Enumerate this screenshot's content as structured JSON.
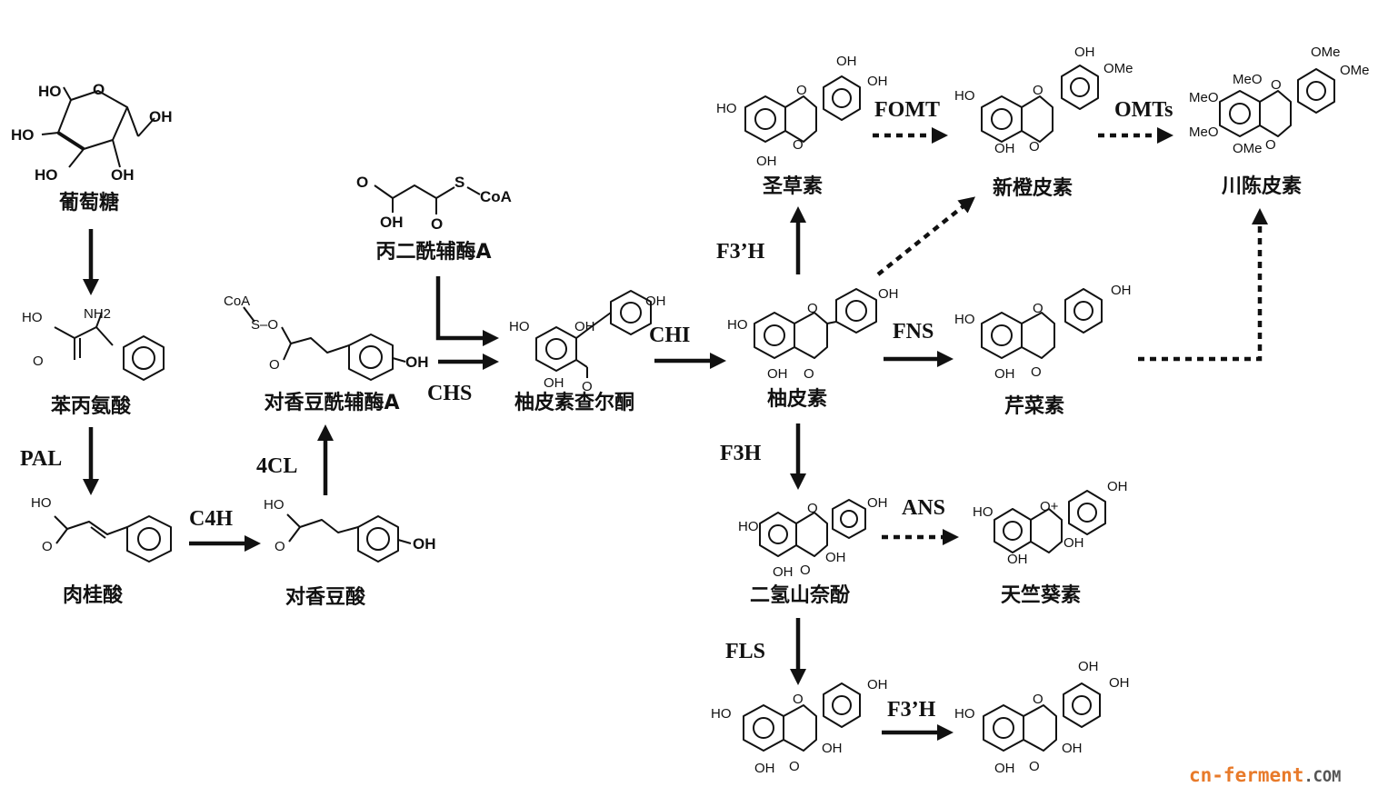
{
  "compounds": {
    "glucose": "葡萄糖",
    "phenylalanine": "苯丙氨酸",
    "cinnamic_acid": "肉桂酸",
    "p_coumaric_acid": "对香豆酸",
    "p_coumaroyl_coa": "对香豆酰辅酶A",
    "malonyl_coa": "丙二酰辅酶A",
    "naringenin_chalcone": "柚皮素查尔酮",
    "naringenin": "柚皮素",
    "eriodictyol": "圣草素",
    "neohesperidin": "新橙皮素",
    "nobiletin": "川陈皮素",
    "apigenin": "芹菜素",
    "dihydrokaempferol": "二氢山奈酚",
    "pelargonidin": "天竺葵素"
  },
  "enzymes": {
    "pal": "PAL",
    "c4h": "C4H",
    "cl4": "4CL",
    "chs": "CHS",
    "chi": "CHI",
    "fns": "FNS",
    "f3h": "F3H",
    "f3ph_top": "F3’H",
    "f3ph_bottom": "F3’H",
    "fomt": "FOMT",
    "omts": "OMTs",
    "ans": "ANS",
    "fls": "FLS"
  },
  "atoms": {
    "ho": "HO",
    "oh": "OH",
    "o": "O",
    "nh2": "NH2",
    "coa": "CoA",
    "s": "S",
    "so": "S–O",
    "ome": "OMe",
    "meo": "MeO",
    "o_plus": "O+"
  },
  "watermark": {
    "part1": "cn-ferment",
    "part2": ".COM",
    "color1": "#e87a2a",
    "color2": "#555555"
  }
}
